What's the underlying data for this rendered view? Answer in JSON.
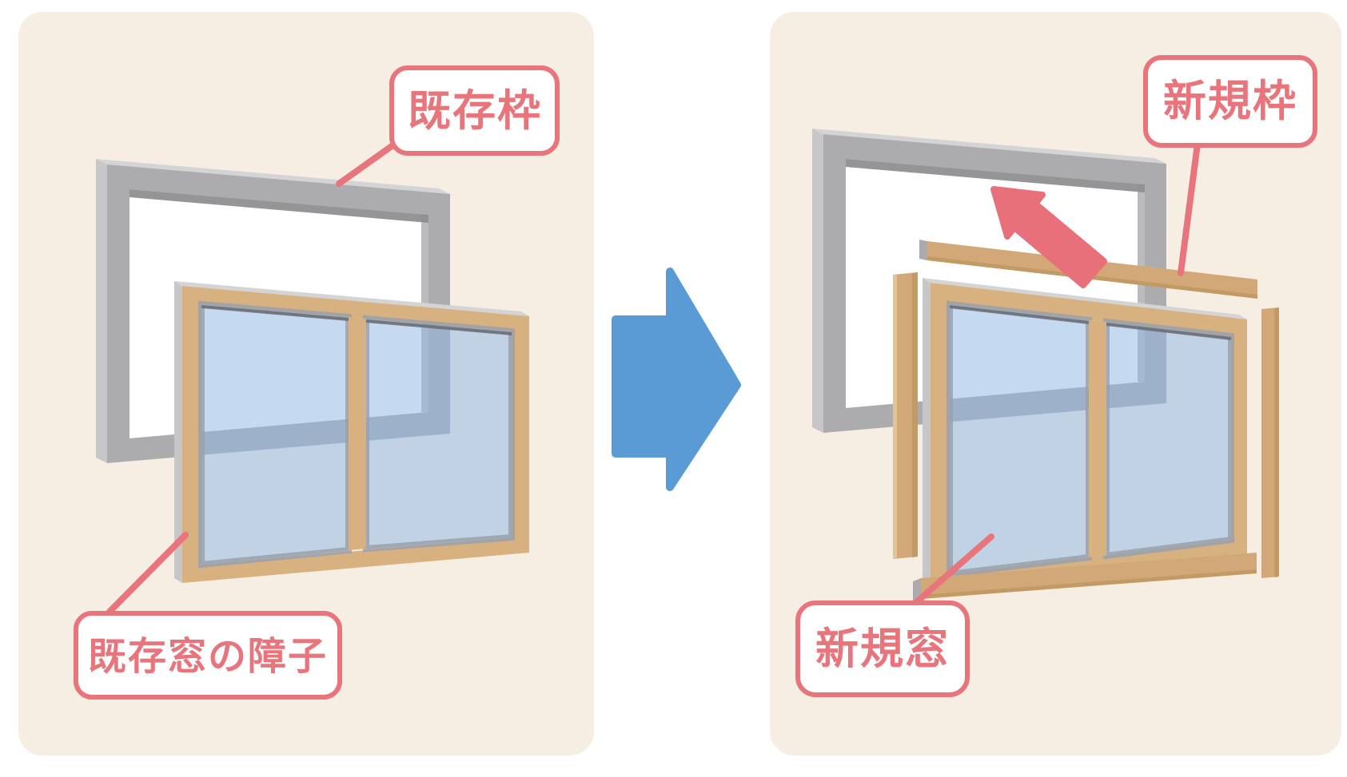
{
  "panels": {
    "left": {
      "name": "before",
      "labels": {
        "frame": "既存枠",
        "sash": "既存窓の障子"
      }
    },
    "right": {
      "name": "after",
      "labels": {
        "frame": "新規枠",
        "window": "新規窓"
      }
    }
  },
  "icons": {
    "transition_arrow": "right-block-arrow",
    "insertion_arrow": "up-left-arrow"
  },
  "colors": {
    "panel_bg": "#F6EEE3",
    "accent_pink": "#E8747C",
    "arrow_pink": "#E8707A",
    "arrow_blue": "#5B9BD5",
    "frame_gray": "#ACACAE",
    "wood_tan": "#D8B181",
    "glass_blue": "#C7DCF2",
    "label_bg": "#FFFFFF"
  }
}
